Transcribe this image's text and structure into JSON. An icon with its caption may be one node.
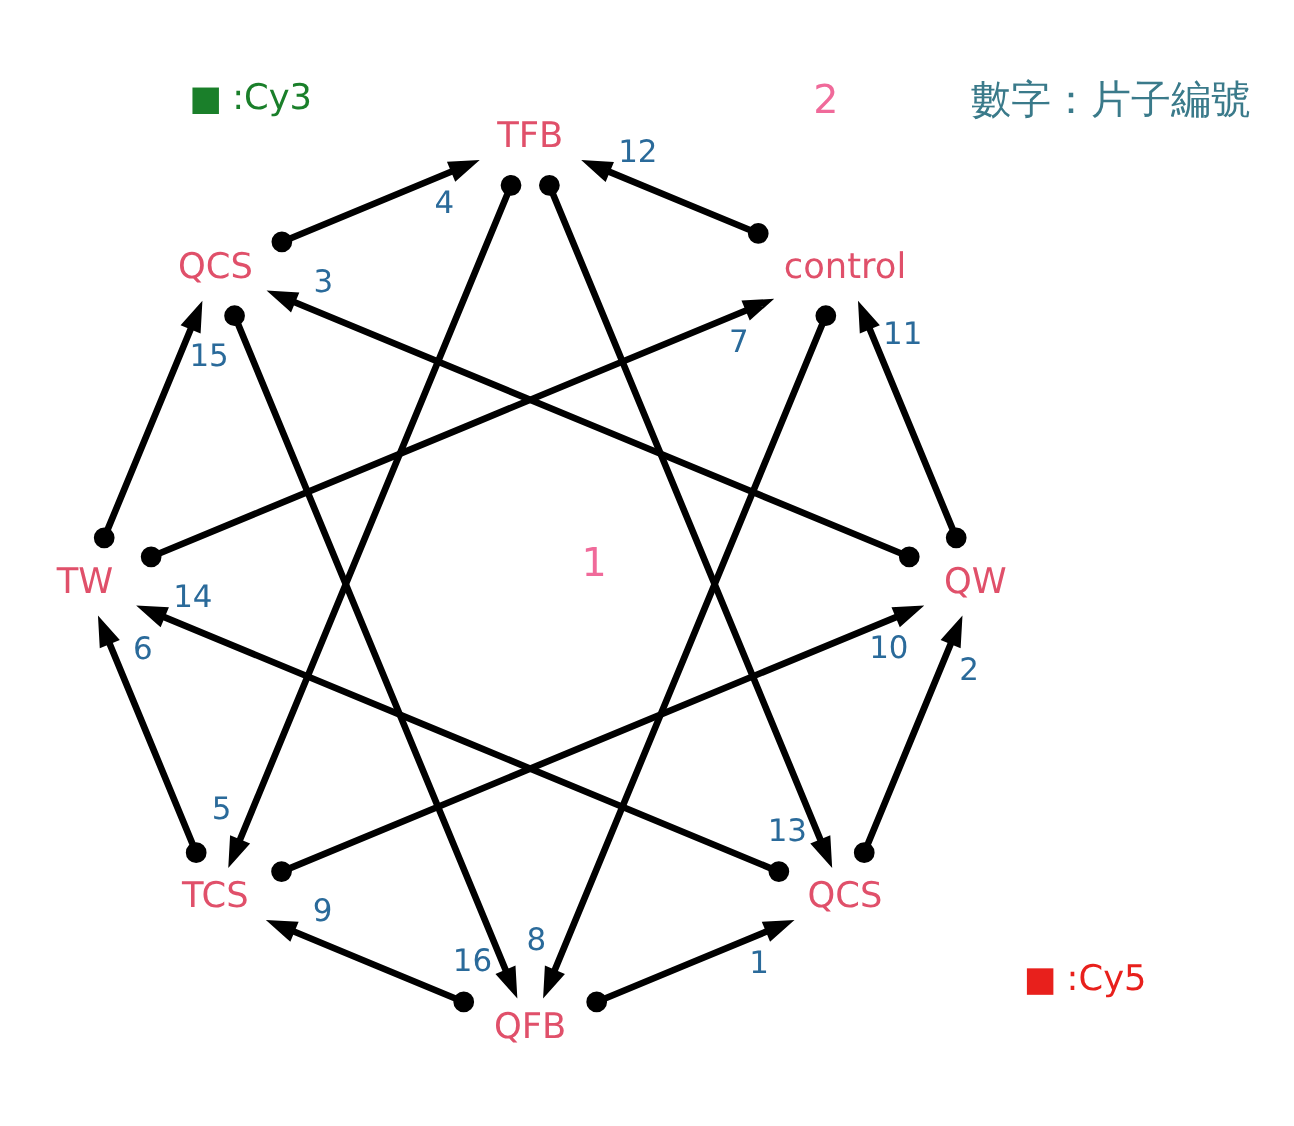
{
  "diagram": {
    "nodes": [
      {
        "text": [
          "QFB"
        ]
      },
      {
        "text": [
          "QCS"
        ]
      },
      {
        "text": [
          "QW"
        ]
      },
      {
        "text": [
          "QCS"
        ]
      },
      {
        "text": [
          "TFB"
        ]
      },
      {
        "text": [
          "TCS"
        ]
      },
      {
        "text": [
          "TW"
        ]
      },
      {
        "text": [
          "control"
        ]
      }
    ],
    "edges": [
      {
        "from": 0,
        "to": 1,
        "arrow": "to",
        "label": "1"
      },
      {
        "from": 1,
        "to": 2,
        "arrow": "to",
        "label": "2"
      },
      {
        "from": 2,
        "to": 3,
        "arrow": "to",
        "label": "3"
      },
      {
        "from": 3,
        "to": 4,
        "arrow": "to",
        "label": "4"
      },
      {
        "from": 4,
        "to": 5,
        "arrow": "to",
        "label": "5"
      },
      {
        "from": 5,
        "to": 6,
        "arrow": "to",
        "label": "6"
      },
      {
        "from": 6,
        "to": 7,
        "arrow": "to",
        "label": "7"
      },
      {
        "from": 7,
        "to": 0,
        "arrow": "to",
        "label": "8"
      },
      {
        "from": 0,
        "to": 5,
        "arrow": "to",
        "label": "9"
      },
      {
        "from": 5,
        "to": 2,
        "arrow": "to",
        "label": "10"
      },
      {
        "from": 2,
        "to": 7,
        "arrow": "to",
        "label": "11"
      },
      {
        "from": 7,
        "to": 4,
        "arrow": "to",
        "label": "12"
      },
      {
        "from": 4,
        "to": 1,
        "arrow": "to",
        "label": "13"
      },
      {
        "from": 1,
        "to": 6,
        "arrow": "to",
        "label": "14"
      },
      {
        "from": 6,
        "to": 3,
        "arrow": "to",
        "label": "15"
      },
      {
        "from": 3,
        "to": 0,
        "arrow": "to",
        "label": "16"
      }
    ],
    "labels": [
      "1",
      "數字：片子編號",
      "2"
    ],
    "legend": [
      {
        "text": ":Cy3",
        "color": "#1a7f2a"
      },
      {
        "text": ":Cy5",
        "color": "#e8201c"
      }
    ]
  }
}
